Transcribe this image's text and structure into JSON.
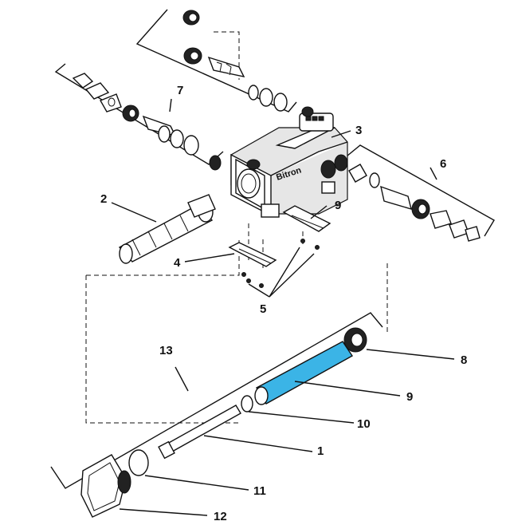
{
  "labels": {
    "l1": "1",
    "l2": "2",
    "l3": "3",
    "l4": "4",
    "l5": "5",
    "l6": "6",
    "l7": "7",
    "l8": "8",
    "l9a": "9",
    "l9b": "9",
    "l10": "10",
    "l11": "11",
    "l12": "12",
    "l13": "13"
  },
  "brand_text": "Bitron",
  "colors": {
    "highlight_sleeve": "#3bb4e6",
    "line": "#111111"
  }
}
